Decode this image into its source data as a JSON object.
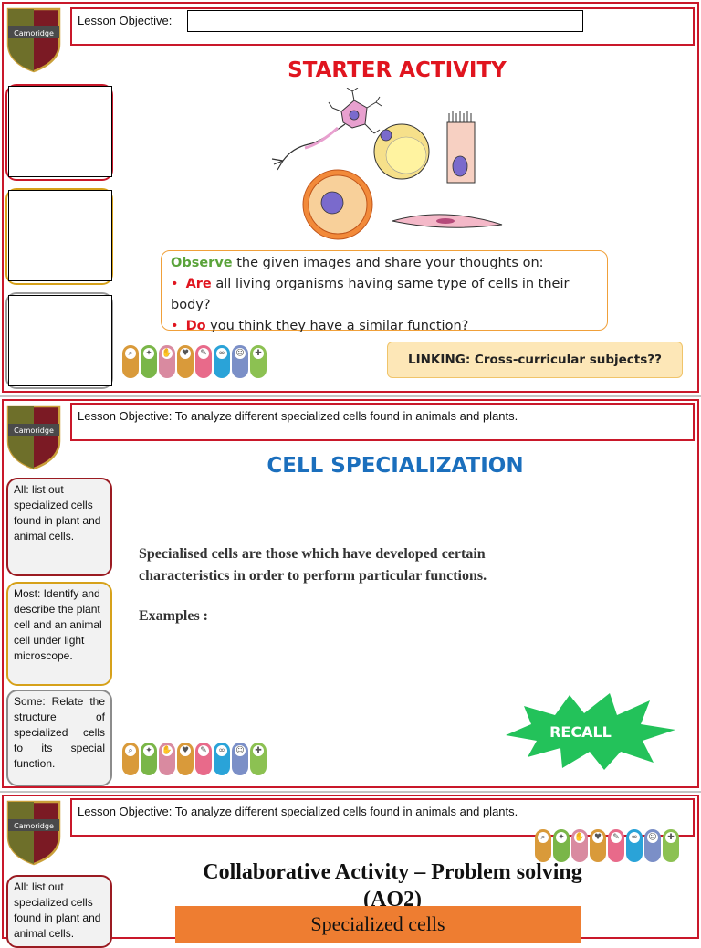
{
  "slides": [
    {
      "shield_text": "Camoridge",
      "objective_label": "Lesson Objective:",
      "title": "STARTER ACTIVITY",
      "observe": {
        "lead": "Observe",
        "lead_rest": " the given images and share your thoughts on:",
        "b1_word": "Are",
        "b1_rest": " all living organisms having same type of cells in their body?",
        "b2_word": "Do",
        "b2_rest": " you think they have a similar function?"
      },
      "linking": "LINKING: Cross-curricular subjects??"
    },
    {
      "shield_text": "Camoridge",
      "objective": "Lesson Objective:  To analyze different specialized cells found in animals and plants.",
      "title": "CELL SPECIALIZATION",
      "all": "All: list out specialized cells found in plant and animal cells.",
      "most": "Most: Identify and describe the plant cell and an animal cell under light microscope.",
      "some": "Some: Relate the structure of specialized cells to its special function.",
      "paragraph": "Specialised cells are those which have developed certain characteristics in order to perform particular functions.",
      "examples": "Examples :",
      "recall": "RECALL"
    },
    {
      "shield_text": "Camoridge",
      "objective": "Lesson Objective:  To analyze different specialized cells found in animals and plants.",
      "title_line1": "Collaborative Activity – Problem solving",
      "title_line2": "(AO2)",
      "all": "All: list out specialized cells found in plant and animal cells.",
      "bar": "Specialized cells"
    }
  ],
  "icon_colors": [
    "#d99a3a",
    "#7ab648",
    "#d98aa0",
    "#d99a3a",
    "#e86a8a",
    "#2aa3d8",
    "#7b8fc7",
    "#8cc152"
  ],
  "icon_names": [
    "magnifier-icon",
    "runner-icon",
    "hands-icon",
    "heart-icon",
    "tools-icon",
    "link-icon",
    "people-icon",
    "puzzle-icon"
  ]
}
